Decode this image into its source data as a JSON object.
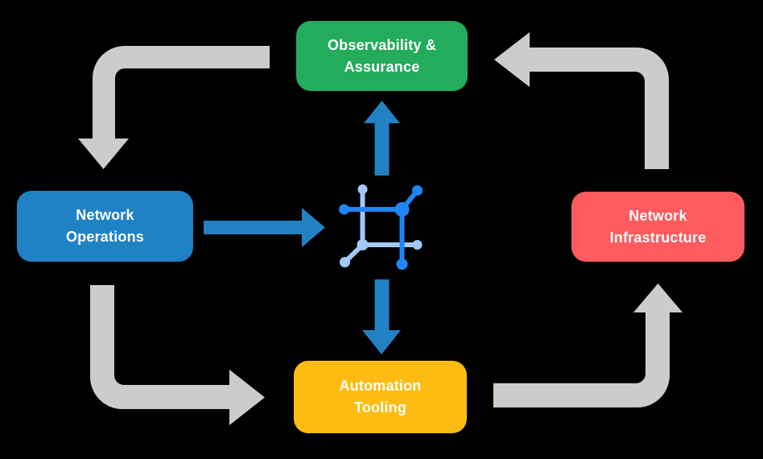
{
  "colors": {
    "background": "#000000",
    "box_green": "#22AC5C",
    "box_blue": "#1F82C5",
    "box_coral": "#FD5B5E",
    "box_yellow": "#FEBC13",
    "arrow_gray": "#CCCCCC",
    "arrow_blue": "#2280C3",
    "icon_dark_blue": "#1E85F6",
    "icon_light_blue": "#A2C9F8",
    "label_text": "#FFFFFF"
  },
  "nodes": {
    "observability": {
      "label": "Observability &\nAssurance",
      "color": "#22AC5C"
    },
    "operations": {
      "label": "Network\nOperations",
      "color": "#1F82C5"
    },
    "automation": {
      "label": "Automation\nTooling",
      "color": "#FEBC13"
    },
    "infrastructure": {
      "label": "Network\nInfrastructure",
      "color": "#FD5B5E"
    }
  },
  "center_icon": "network-mesh-icon",
  "flow": {
    "cycle_arrows": [
      {
        "from": "observability",
        "to": "operations",
        "direction": "down"
      },
      {
        "from": "operations",
        "to": "automation",
        "direction": "right"
      },
      {
        "from": "automation",
        "to": "infrastructure",
        "direction": "up"
      },
      {
        "from": "infrastructure",
        "to": "observability",
        "direction": "left"
      }
    ],
    "center_arrows": [
      {
        "from": "operations",
        "to": "center-icon",
        "direction": "right"
      },
      {
        "from": "center-icon",
        "to": "observability",
        "direction": "up"
      },
      {
        "from": "center-icon",
        "to": "automation",
        "direction": "down"
      }
    ]
  }
}
